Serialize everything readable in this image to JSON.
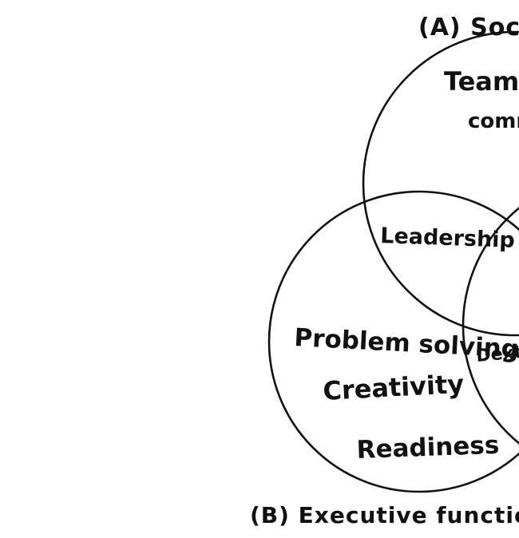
{
  "diagram": {
    "type": "venn",
    "circles": [
      {
        "label": "(A) Social",
        "items": [
          "Teamwork",
          "communication"
        ]
      },
      {
        "label": "(B) Executive function",
        "items": [
          "Problem solving",
          "Creativity",
          "Readiness"
        ]
      },
      {
        "label": "",
        "items": []
      }
    ],
    "intersections": {
      "a_b": "Leadership",
      "b_c": "Dexterity"
    },
    "colors": {
      "ink": "#111111",
      "background": "#ffffff"
    }
  }
}
